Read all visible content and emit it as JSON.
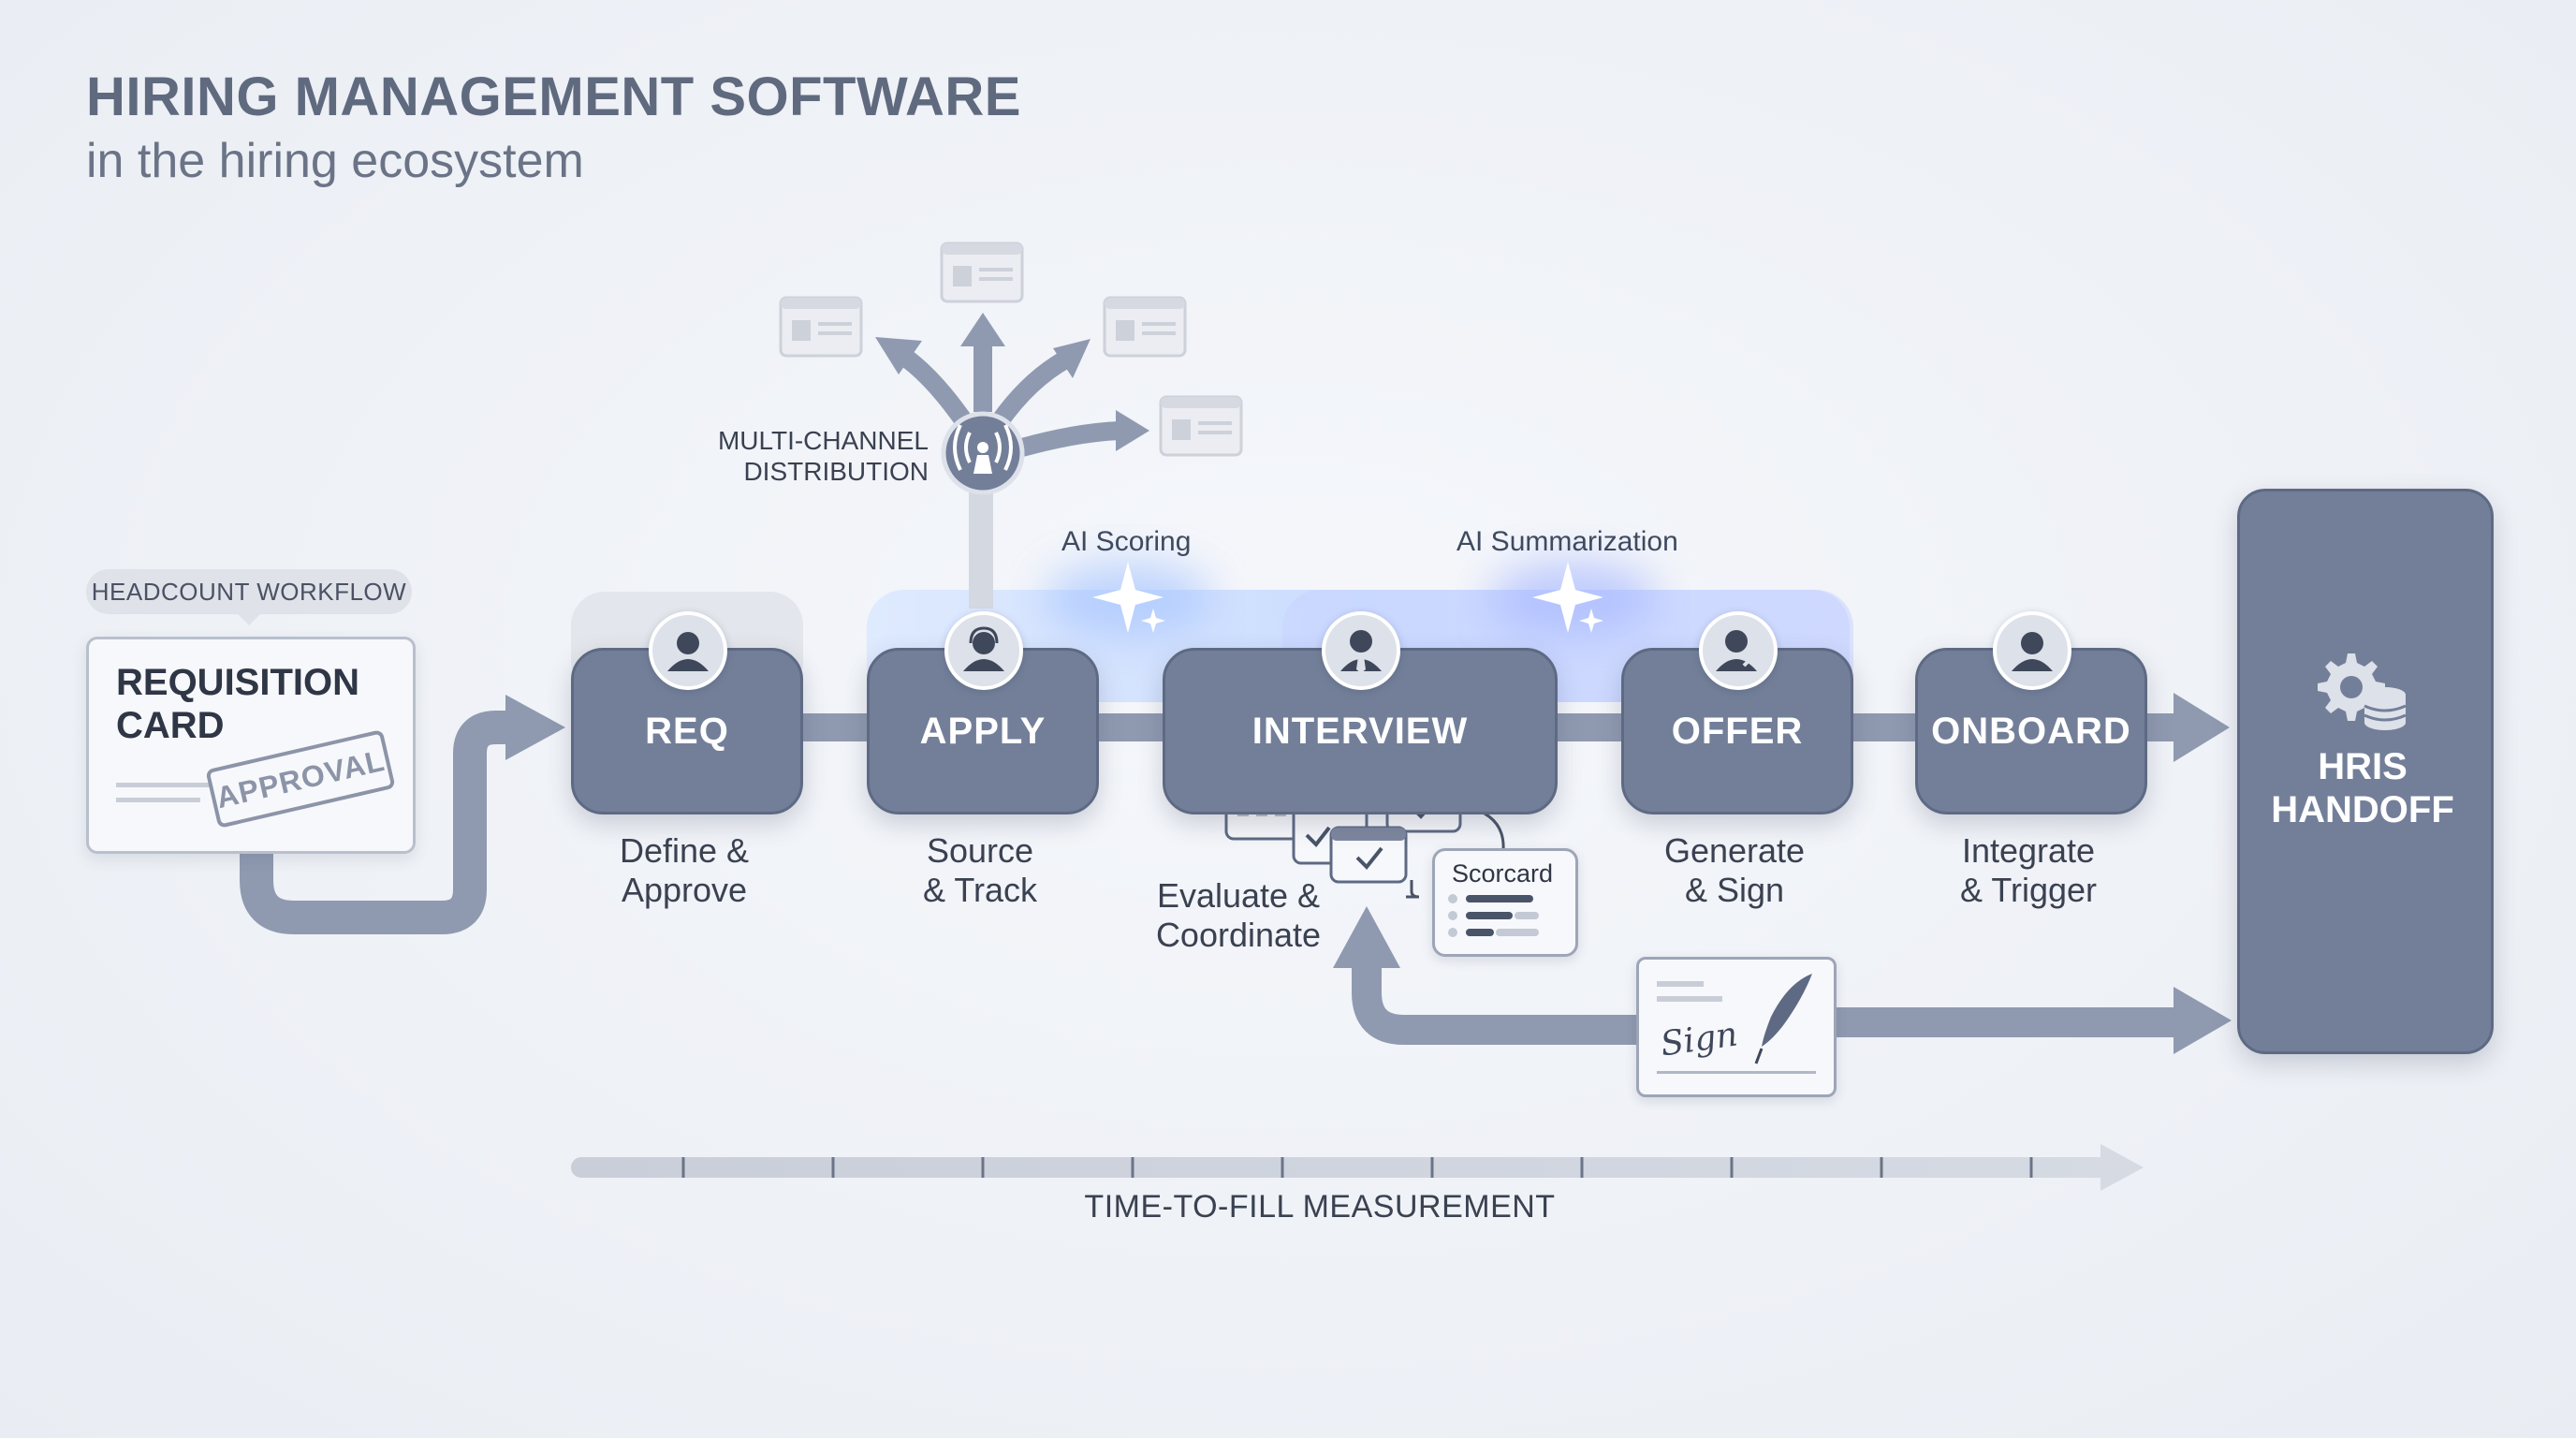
{
  "header": {
    "title": "HIRING MANAGEMENT SOFTWARE",
    "subtitle": "in the hiring ecosystem"
  },
  "distribution": {
    "line1": "MULTI-CHANNEL",
    "line2": "DISTRIBUTION",
    "icon": "broadcast-icon"
  },
  "ai": {
    "scoring": "AI Scoring",
    "summarization": "AI Summarization"
  },
  "headcount": {
    "pill": "HEADCOUNT WORKFLOW",
    "card_title_1": "REQUISITION",
    "card_title_2": "CARD",
    "stamp": "APPROVAL"
  },
  "stages": [
    {
      "label": "REQ",
      "caption_1": "Define &",
      "caption_2": "Approve",
      "icon": "person-icon"
    },
    {
      "label": "APPLY",
      "caption_1": "Source",
      "caption_2": "& Track",
      "icon": "person-headset-icon"
    },
    {
      "label": "INTERVIEW",
      "caption_1": "Evaluate &",
      "caption_2": "Coordinate",
      "icon": "person-tie-icon"
    },
    {
      "label": "OFFER",
      "caption_1": "Generate",
      "caption_2": "& Sign",
      "icon": "person-signing-icon"
    },
    {
      "label": "ONBOARD",
      "caption_1": "Integrate",
      "caption_2": "& Trigger",
      "icon": "person-icon"
    }
  ],
  "scorecard": {
    "label": "Scorcard"
  },
  "sign": {
    "text": "Sign"
  },
  "hris": {
    "line1": "HRIS",
    "line2": "HANDOFF",
    "icon": "gear-database-icon"
  },
  "timeline": {
    "label": "TIME-TO-FILL MEASUREMENT"
  },
  "colors": {
    "stage_fill": "#737f99",
    "stage_border": "#5e6a84",
    "connector": "#8f9ab0",
    "ai_glow": "#bcd3ff",
    "background": "#eef1f6"
  }
}
